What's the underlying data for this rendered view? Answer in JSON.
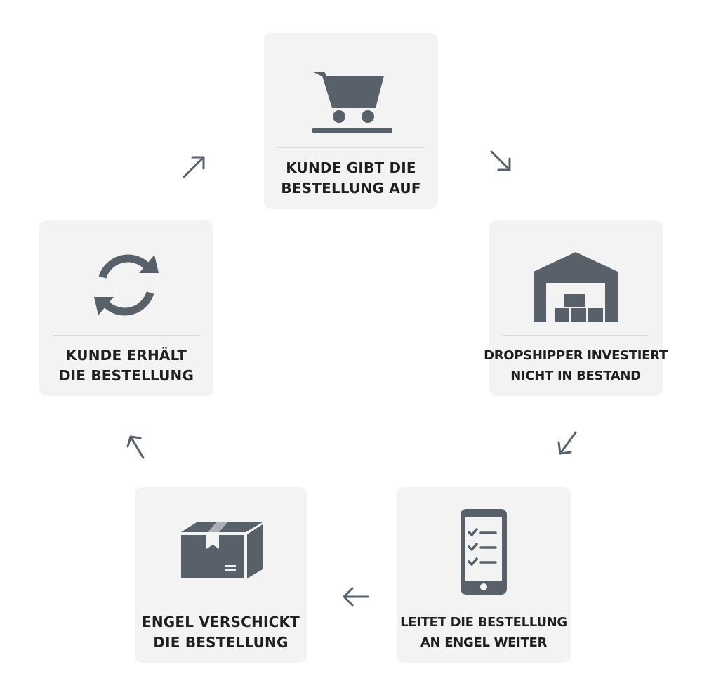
{
  "colors": {
    "icon": "#58606a",
    "card_background": "#f3f3f3",
    "text": "#1f1f1f",
    "arrow": "#58606a"
  },
  "steps": [
    {
      "icon": "shopping-cart-icon",
      "line1": "KUNDE GIBT DIE",
      "line2": "BESTELLUNG AUF"
    },
    {
      "icon": "warehouse-icon",
      "line1": "DROPSHIPPER INVESTIERT",
      "line2": "NICHT IN BESTAND"
    },
    {
      "icon": "smartphone-checklist-icon",
      "line1": "LEITET DIE BESTELLUNG",
      "line2": "AN ENGEL WEITER"
    },
    {
      "icon": "package-box-icon",
      "line1": "ENGEL VERSCHICKT",
      "line2": "DIE BESTELLUNG"
    },
    {
      "icon": "refresh-cycle-icon",
      "line1": "KUNDE ERHÄLT",
      "line2": "DIE BESTELLUNG"
    }
  ],
  "arrows": [
    "arrow-down-right",
    "arrow-down-left",
    "arrow-left",
    "arrow-up-left",
    "arrow-up-right"
  ]
}
